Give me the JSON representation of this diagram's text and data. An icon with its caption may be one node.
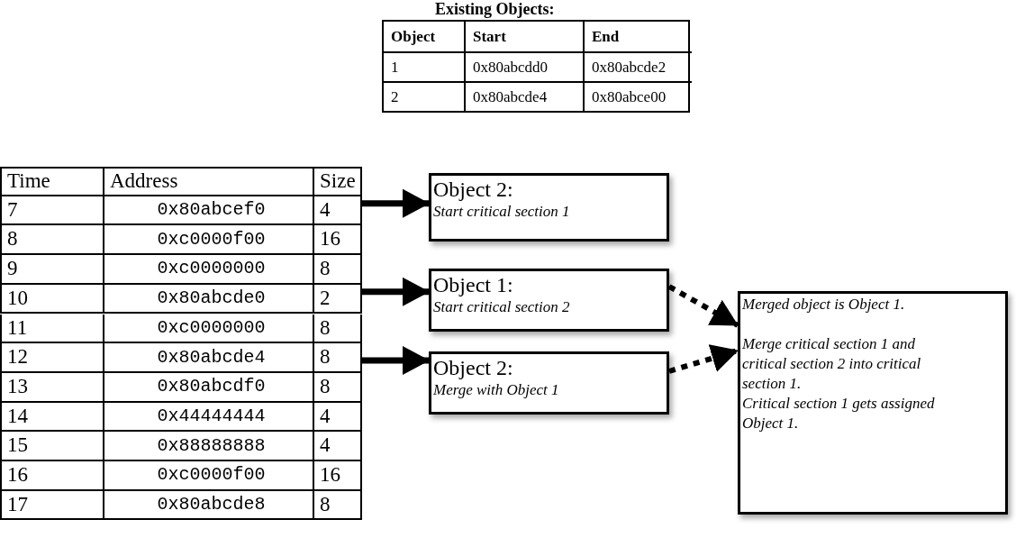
{
  "diagram": {
    "nodes": [
      {
        "text": [
          "Time",
          "Address",
          "Size"
        ]
      },
      {
        "text": [
          "7",
          "0x80abcef0",
          "4"
        ]
      },
      {
        "text": [
          "8",
          "0xc0000f00",
          "16"
        ]
      },
      {
        "text": [
          "9",
          "0xc0000000",
          "8"
        ]
      },
      {
        "text": [
          "10",
          "0x80abcde0",
          "2"
        ]
      },
      {
        "text": [
          "11",
          "0xc0000000",
          "8"
        ]
      },
      {
        "text": [
          "12",
          "0x80abcde4",
          "8"
        ]
      },
      {
        "text": [
          "13",
          "0x80abcdf0",
          "8"
        ]
      },
      {
        "text": [
          "14",
          "0x44444444",
          "4"
        ]
      },
      {
        "text": [
          "15",
          "0x88888888",
          "4"
        ]
      },
      {
        "text": [
          "16",
          "0xc0000f00",
          "16"
        ]
      },
      {
        "text": [
          "17",
          "0x80abcde8",
          "8"
        ]
      },
      {
        "text": [
          "Object 2:",
          "Start critical section 1"
        ]
      },
      {
        "text": [
          "Object 1:",
          "Start critical section 2"
        ]
      },
      {
        "text": [
          "Object 2:",
          "Merge with Object 1"
        ]
      },
      {
        "text": [
          "Merged object is Object 1.",
          "Merge critical section 1 and critical section 2 into critical section 1.",
          "Critical section 1 gets assigned Object 1."
        ]
      }
    ],
    "edges": [
      {
        "from": 1,
        "to": 12,
        "arrow": "to"
      },
      {
        "from": 4,
        "to": 13,
        "arrow": "to"
      },
      {
        "from": 6,
        "to": 14,
        "arrow": "to"
      },
      {
        "from": 13,
        "to": 15,
        "arrow": "to",
        "style": "dashed"
      },
      {
        "from": 14,
        "to": 15,
        "arrow": "to",
        "style": "dashed"
      }
    ],
    "labels": [
      "Existing Objects:",
      "Object",
      "Start",
      "End",
      "1",
      "0x80abcdd0",
      "0x80abcde2",
      "2",
      "0x80abcde4",
      "0x80abce00"
    ]
  }
}
